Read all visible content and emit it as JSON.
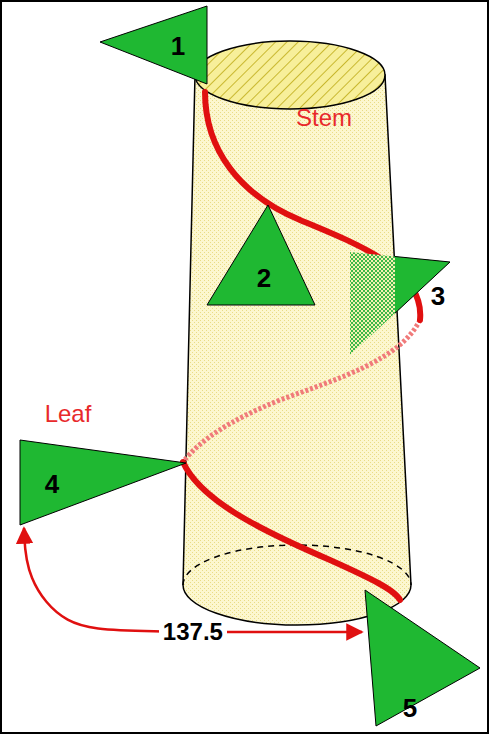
{
  "diagram": {
    "nodes": [
      {
        "text": [
          "1"
        ]
      },
      {
        "text": [
          "2"
        ]
      },
      {
        "text": [
          "3"
        ]
      },
      {
        "text": [
          "4"
        ]
      },
      {
        "text": [
          "5"
        ]
      }
    ],
    "edges": [
      {
        "from": 3,
        "to": 4,
        "arrow": "both",
        "label": "137.5"
      }
    ],
    "labels": [
      "Stem",
      "Leaf"
    ]
  }
}
